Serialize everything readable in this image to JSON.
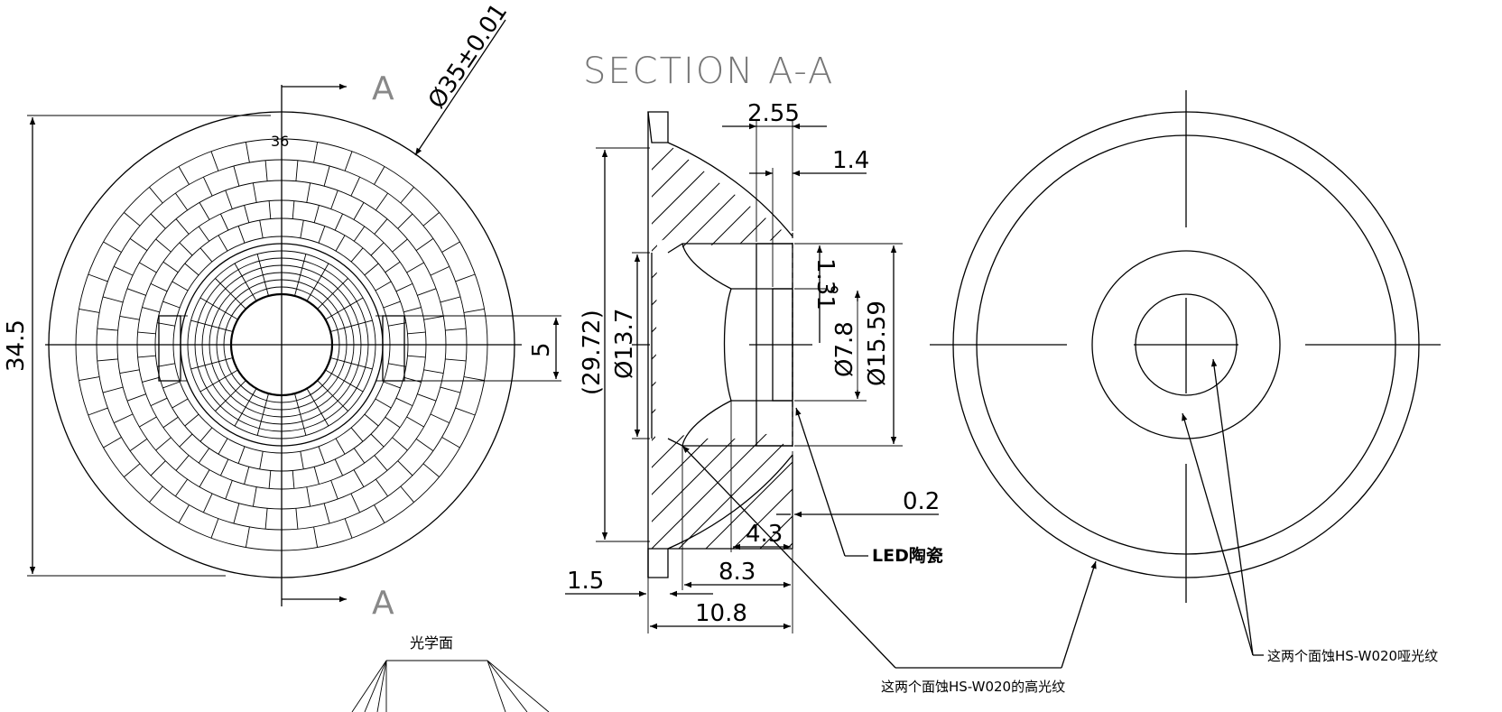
{
  "section_title": "SECTION A-A",
  "section_marks": {
    "top": "A",
    "bottom": "A"
  },
  "dimensions": {
    "outer_diameter": "Ø35±0.01",
    "facet_count": "36",
    "height": "34.5",
    "slot": "5",
    "overall_ref": "(29.72)",
    "inner_dia": "Ø13.7",
    "top_width": "2.55",
    "step": "1.4",
    "small_step": "1.31",
    "bore_dia": "Ø7.8",
    "cavity_dia": "Ø15.59",
    "gap": "0.2",
    "depth_a": "4.3",
    "depth_b": "8.3",
    "depth_total": "10.8",
    "flange": "1.5"
  },
  "labels": {
    "led": "LED陶瓷",
    "optical_surface": "光学面",
    "note_glossy": "这两个面蚀HS-W020的高光纹",
    "note_matte": "这两个面蚀HS-W020哑光纹"
  },
  "colors": {
    "line": "#000000",
    "title": "#777777",
    "background": "#ffffff"
  }
}
